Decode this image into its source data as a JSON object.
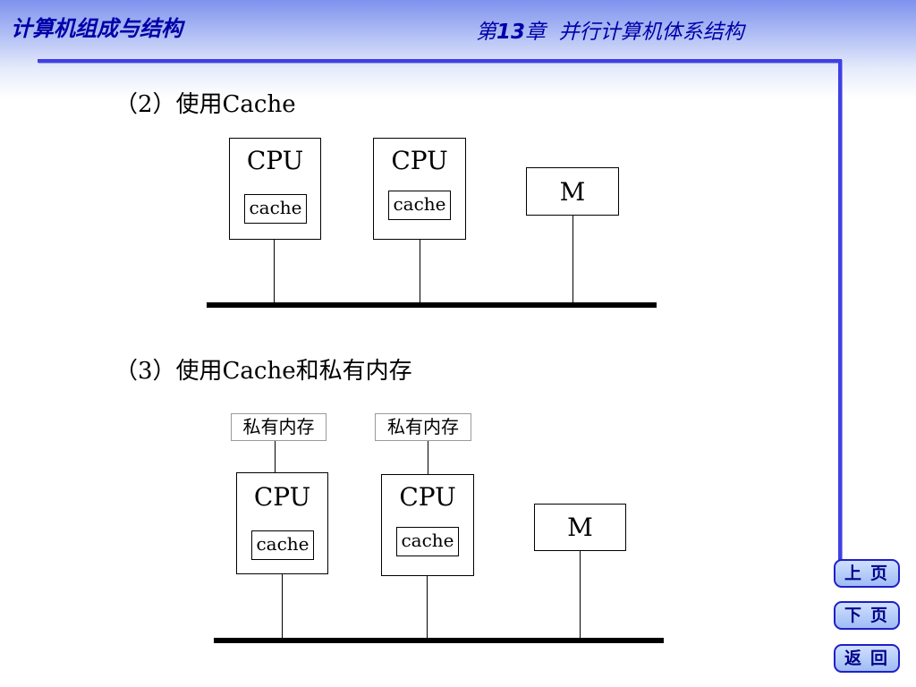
{
  "header": {
    "course_title": "计算机组成与结构",
    "chapter_prefix": "第",
    "chapter_number": "13",
    "chapter_suffix": "章  并行计算机体系结构"
  },
  "section2": {
    "label": "（2）使用Cache",
    "cpus": [
      {
        "label": "CPU",
        "cache": "cache"
      },
      {
        "label": "CPU",
        "cache": "cache"
      }
    ],
    "memory": "M"
  },
  "section3": {
    "label": "（3）使用Cache和私有内存",
    "private_memories": [
      "私有内存",
      "私有内存"
    ],
    "cpus": [
      {
        "label": "CPU",
        "cache": "cache"
      },
      {
        "label": "CPU",
        "cache": "cache"
      }
    ],
    "memory": "M"
  },
  "nav": {
    "prev": "上页",
    "next": "下页",
    "back": "返回"
  },
  "colors": {
    "frame": "#3f3fe8",
    "title_text": "#0000a8",
    "nav_border": "#1f1fc8"
  }
}
